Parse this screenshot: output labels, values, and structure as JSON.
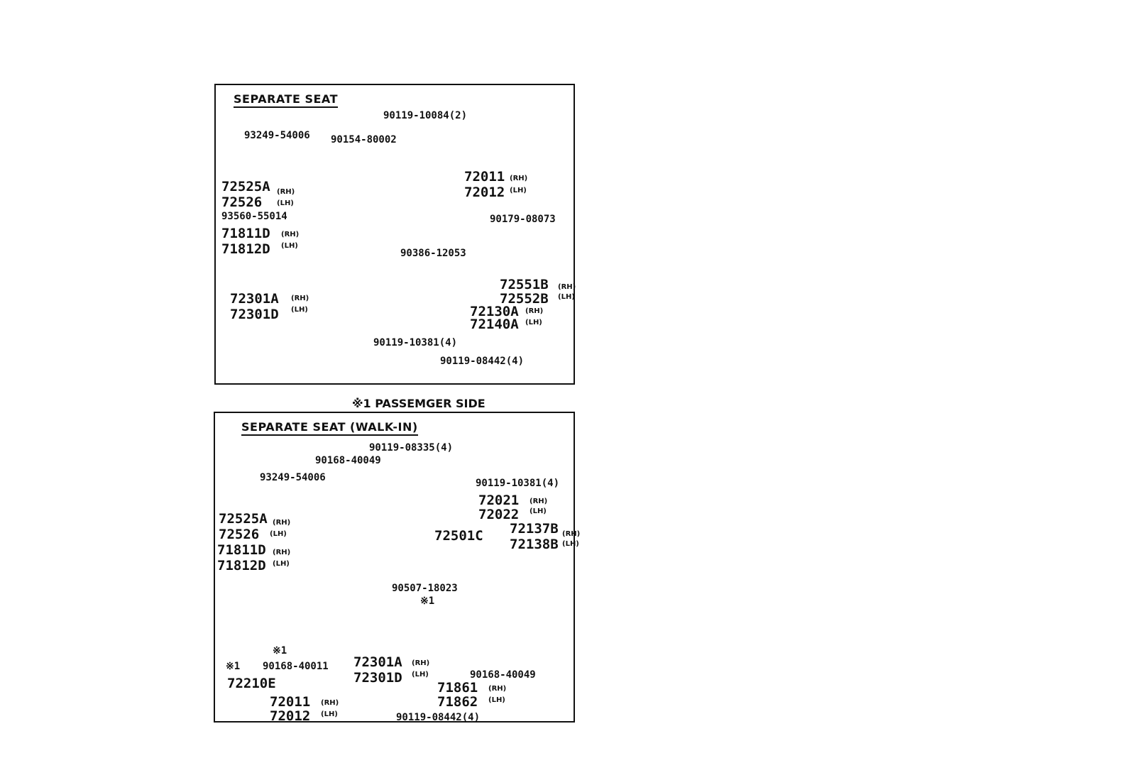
{
  "top_panel": {
    "title": "SEPARATE SEAT",
    "labels": {
      "p1": "90119-10084(2)",
      "p2": "93249-54006",
      "p3": "90154-80002",
      "p4": "72011",
      "p4s": "(RH)",
      "p5": "72012",
      "p5s": "(LH)",
      "p6": "72525A",
      "p6s": "(RH)",
      "p7": "72526",
      "p7s": "(LH)",
      "p8": "93560-55014",
      "p9": "71811D",
      "p9s": "(RH)",
      "p10": "71812D",
      "p10s": "(LH)",
      "p11": "90179-08073",
      "p12": "90386-12053",
      "p13": "72551B",
      "p13s": "(RH)",
      "p14": "72552B",
      "p14s": "(LH)",
      "p15": "72301A",
      "p15s": "(RH)",
      "p16": "72301D",
      "p16s": "(LH)",
      "p17": "72130A",
      "p17s": "(RH)",
      "p18": "72140A",
      "p18s": "(LH)",
      "p19": "90119-10381(4)",
      "p20": "90119-08442(4)"
    }
  },
  "note": "※1 PASSEMGER SIDE",
  "bottom_panel": {
    "title": "SEPARATE SEAT (WALK-IN)",
    "labels": {
      "q1": "90119-08335(4)",
      "q2": "90168-40049",
      "q3": "93249-54006",
      "q4": "90119-10381(4)",
      "q5": "72021",
      "q5s": "(RH)",
      "q6": "72022",
      "q6s": "(LH)",
      "q7": "72525A",
      "q7s": "(RH)",
      "q8": "72526",
      "q8s": "(LH)",
      "q9": "72501C",
      "q10": "72137B",
      "q10s": "(RH)",
      "q11": "72138B",
      "q11s": "(LH)",
      "q12": "71811D",
      "q12s": "(RH)",
      "q13": "71812D",
      "q13s": "(LH)",
      "q14": "90507-18023",
      "q15": "※1",
      "q16": "※1",
      "q17": "※1",
      "q18": "90168-40011",
      "q19": "72301A",
      "q19s": "(RH)",
      "q20": "72301D",
      "q20s": "(LH)",
      "q21": "90168-40049",
      "q22": "72210E",
      "q23": "71861",
      "q23s": "(RH)",
      "q24": "71862",
      "q24s": "(LH)",
      "q25": "72011",
      "q25s": "(RH)",
      "q26": "72012",
      "q26s": "(LH)",
      "q27": "90119-08442(4)"
    }
  }
}
